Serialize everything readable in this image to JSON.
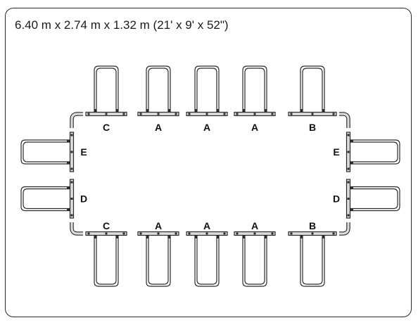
{
  "title": "6.40 m x 2.74 m x 1.32 m (21' x 9' x 52\")",
  "colors": {
    "line": "#2a2a2a",
    "panel": "#dcdcdc",
    "background": "#ffffff"
  },
  "diagram": {
    "top_labels": [
      "C",
      "A",
      "A",
      "A",
      "B"
    ],
    "bottom_labels": [
      "C",
      "A",
      "A",
      "A",
      "B"
    ],
    "left_labels": [
      "E",
      "D"
    ],
    "right_labels": [
      "E",
      "D"
    ]
  }
}
